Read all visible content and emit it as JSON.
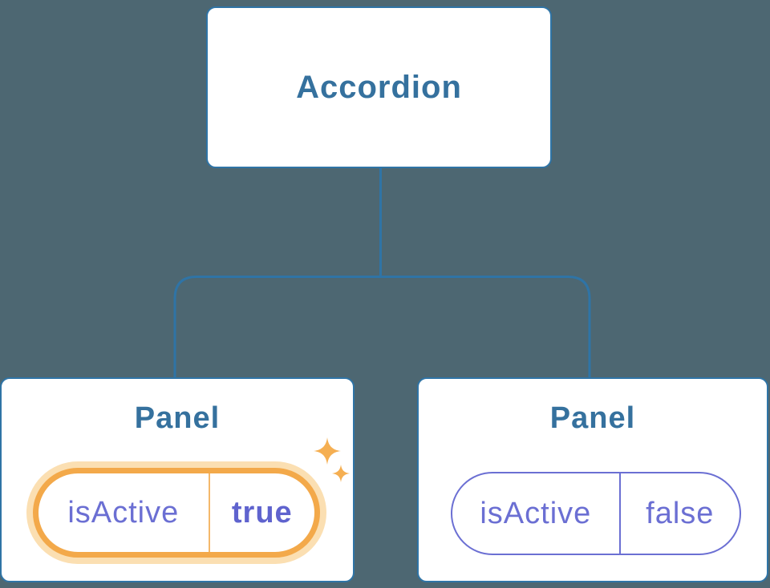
{
  "diagram": {
    "root": {
      "label": "Accordion"
    },
    "panels": [
      {
        "title": "Panel",
        "pill": {
          "key": "isActive",
          "value": "true"
        },
        "highlighted": true,
        "sparkles": true
      },
      {
        "title": "Panel",
        "pill": {
          "key": "isActive",
          "value": "false"
        },
        "highlighted": false,
        "sparkles": false
      }
    ]
  },
  "icons": {
    "sparkle": "four-point-star"
  },
  "colors": {
    "background": "#4D6772",
    "card_fill": "#FFFFFF",
    "line_blue": "#2F74A6",
    "heading_blue": "#35719E",
    "purple": "#6B6FD3",
    "purple_bold": "#5F63CE",
    "orange": "#F3A94A",
    "orange_halo": "#FBDFB2",
    "orange_divider": "#F4B86A",
    "sparkle_orange": "#F5AF52"
  }
}
